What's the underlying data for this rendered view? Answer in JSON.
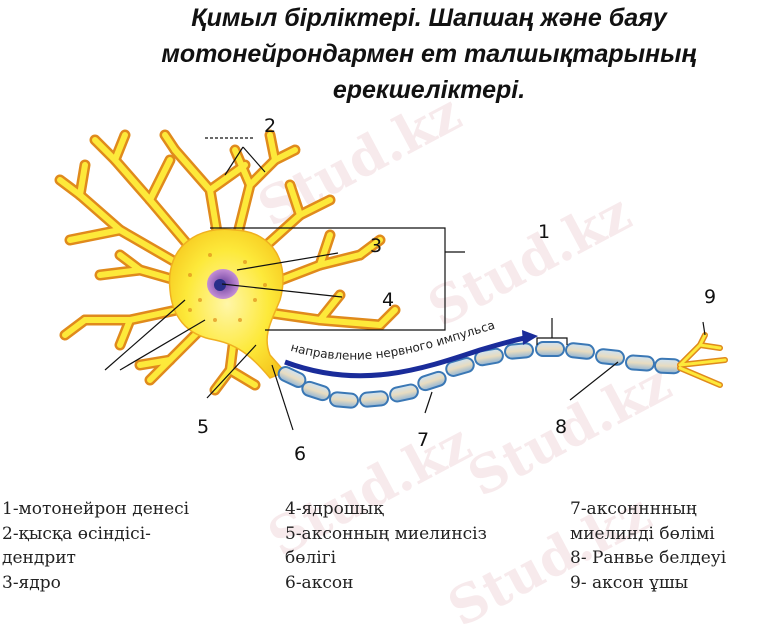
{
  "title": {
    "lines": [
      "Қимыл бірліктері. Шапшаң және баяу",
      "мотонейрондармен ет талшықтарының",
      "ерекшеліктері."
    ]
  },
  "diagram": {
    "impulse_label": "направление нервного импульса",
    "numbers": [
      "1",
      "2",
      "3",
      "4",
      "5",
      "6",
      "7",
      "8",
      "9"
    ],
    "colors": {
      "neuron_fill": "#fbe21a",
      "neuron_outline": "#e08a1c",
      "nucleus": "#9b5fb8",
      "nucleolus": "#2a2f8a",
      "myelin": "#a9c8e0",
      "myelin_border": "#3b78b5",
      "impulse_arrow": "#1a2c9a"
    }
  },
  "watermark": "Stud.kz",
  "legend": {
    "col1": [
      "1-мотонейрон денесі",
      "2-қысқа өсіндісі-",
      "дендрит",
      "3-ядро"
    ],
    "col2": [
      "4-ядрошық",
      "5-аксонның  миелинсіз",
      "бөлігі",
      "6-аксон"
    ],
    "col3": [
      "7-аксонннның",
      "миелинді бөлімі",
      "8- Ранвье белдеуі",
      "9- аксон ұшы"
    ]
  }
}
